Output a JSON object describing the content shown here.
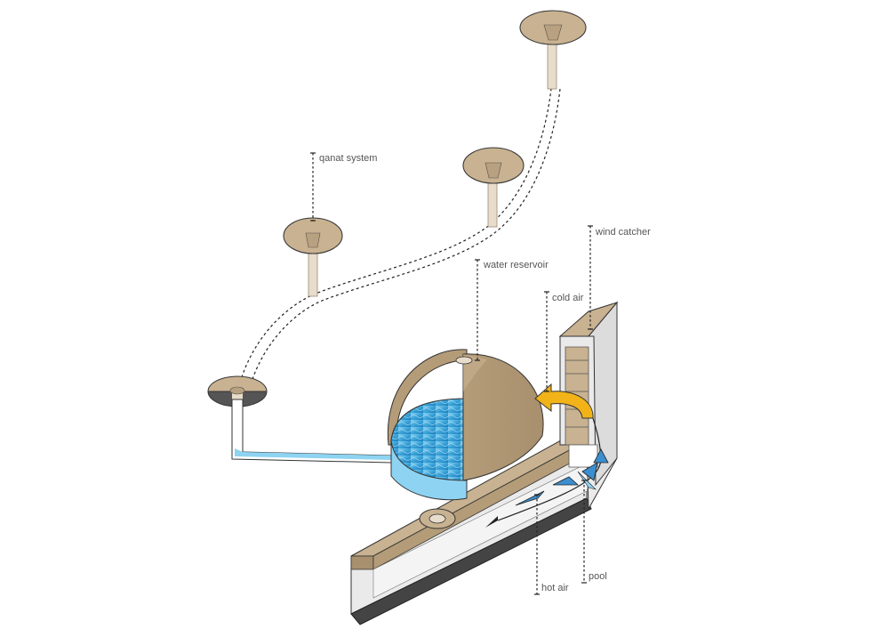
{
  "labels": {
    "qanat_system": "qanat system",
    "water_reservoir": "water reservoir",
    "wind_catcher": "wind catcher",
    "cold_air": "cold air",
    "hot_air": "hot air",
    "pool": "pool"
  },
  "colors": {
    "earth": "#c8b291",
    "earth_dark": "#a88f6d",
    "water": "#3aa3d8",
    "water_light": "#8ed3f2",
    "hot_air_arrow": "#f2b318",
    "cold_air_arrow": "#3b8fd0",
    "wall": "#eaeaea",
    "outline": "#3a3a3a"
  }
}
